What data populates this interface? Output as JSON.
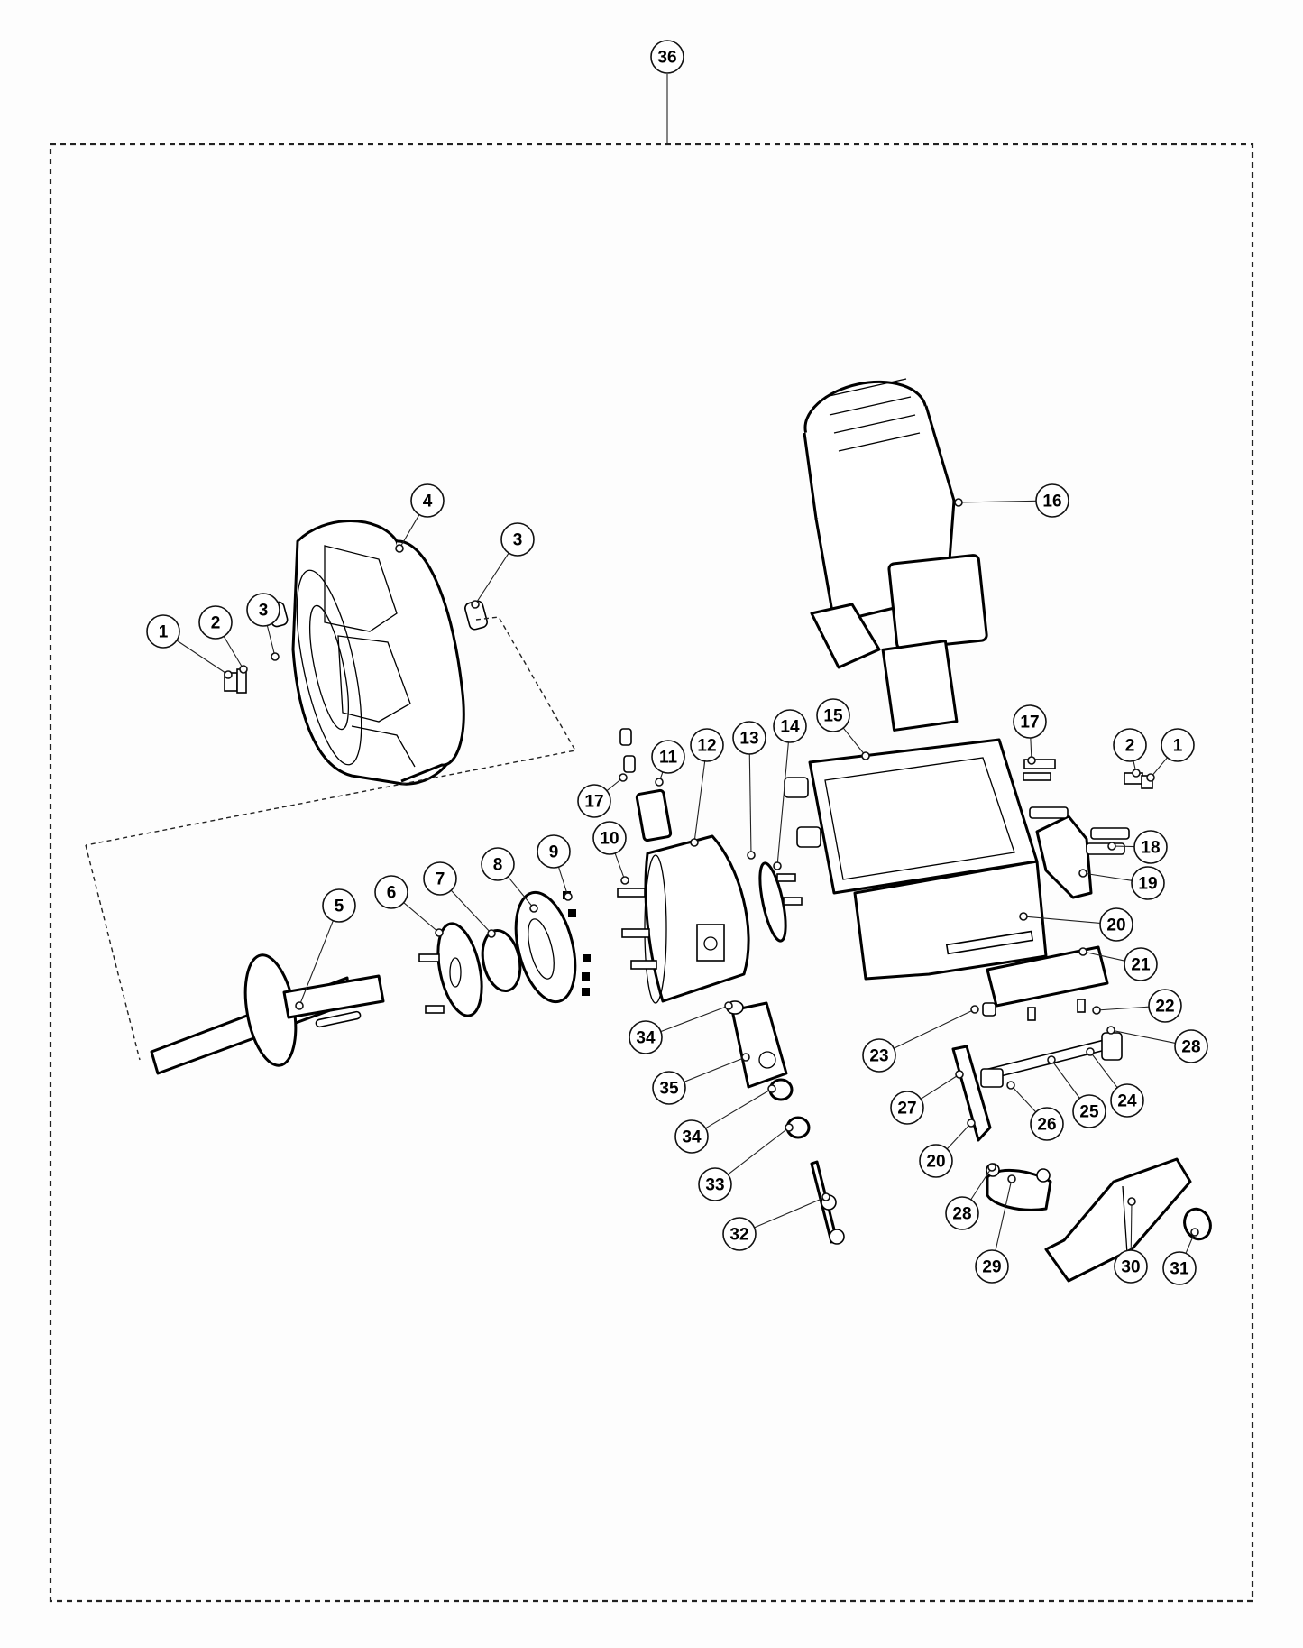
{
  "diagram": {
    "title": "Exploded parts diagram - drive wheel and motor assembly",
    "assembly_callout": "36",
    "colors": {
      "line": "#000000",
      "background": "#fdfdfd"
    },
    "callouts": [
      {
        "id": "c1a",
        "label": "1",
        "part": "screw"
      },
      {
        "id": "c2a",
        "label": "2",
        "part": "washer"
      },
      {
        "id": "c3a",
        "label": "3",
        "part": "bushing"
      },
      {
        "id": "c3b",
        "label": "3",
        "part": "bushing"
      },
      {
        "id": "c4",
        "label": "4",
        "part": "wheel"
      },
      {
        "id": "c5",
        "label": "5",
        "part": "axle shaft"
      },
      {
        "id": "c6",
        "label": "6",
        "part": "hub flange"
      },
      {
        "id": "c7",
        "label": "7",
        "part": "bearing"
      },
      {
        "id": "c8",
        "label": "8",
        "part": "bearing housing"
      },
      {
        "id": "c9",
        "label": "9",
        "part": "nuts"
      },
      {
        "id": "c10",
        "label": "10",
        "part": "bolts"
      },
      {
        "id": "c11",
        "label": "11",
        "part": "plate"
      },
      {
        "id": "c12",
        "label": "12",
        "part": "gear housing"
      },
      {
        "id": "c13",
        "label": "13",
        "part": "ring"
      },
      {
        "id": "c14",
        "label": "14",
        "part": "screws"
      },
      {
        "id": "c15",
        "label": "15",
        "part": "frame"
      },
      {
        "id": "c16",
        "label": "16",
        "part": "motor"
      },
      {
        "id": "c17a",
        "label": "17",
        "part": "screws"
      },
      {
        "id": "c17b",
        "label": "17",
        "part": "screws"
      },
      {
        "id": "c2b",
        "label": "2",
        "part": "washer"
      },
      {
        "id": "c1b",
        "label": "1",
        "part": "screw"
      },
      {
        "id": "c18",
        "label": "18",
        "part": "bolts"
      },
      {
        "id": "c19",
        "label": "19",
        "part": "bracket"
      },
      {
        "id": "c20a",
        "label": "20",
        "part": "screw"
      },
      {
        "id": "c21",
        "label": "21",
        "part": "slide block"
      },
      {
        "id": "c22",
        "label": "22",
        "part": "screw"
      },
      {
        "id": "c23",
        "label": "23",
        "part": "stop"
      },
      {
        "id": "c28a",
        "label": "28",
        "part": "nut"
      },
      {
        "id": "c24",
        "label": "24",
        "part": "clamp"
      },
      {
        "id": "c25",
        "label": "25",
        "part": "rod"
      },
      {
        "id": "c26",
        "label": "26",
        "part": "nut"
      },
      {
        "id": "c27",
        "label": "27",
        "part": "lever"
      },
      {
        "id": "c20b",
        "label": "20",
        "part": "screw"
      },
      {
        "id": "c28b",
        "label": "28",
        "part": "nut"
      },
      {
        "id": "c29",
        "label": "29",
        "part": "cam"
      },
      {
        "id": "c30",
        "label": "30",
        "part": "handle plate"
      },
      {
        "id": "c31",
        "label": "31",
        "part": "knob"
      },
      {
        "id": "c34a",
        "label": "34",
        "part": "seal"
      },
      {
        "id": "c35",
        "label": "35",
        "part": "block"
      },
      {
        "id": "c34b",
        "label": "34",
        "part": "seal"
      },
      {
        "id": "c33",
        "label": "33",
        "part": "washer"
      },
      {
        "id": "c32",
        "label": "32",
        "part": "pin"
      }
    ]
  }
}
